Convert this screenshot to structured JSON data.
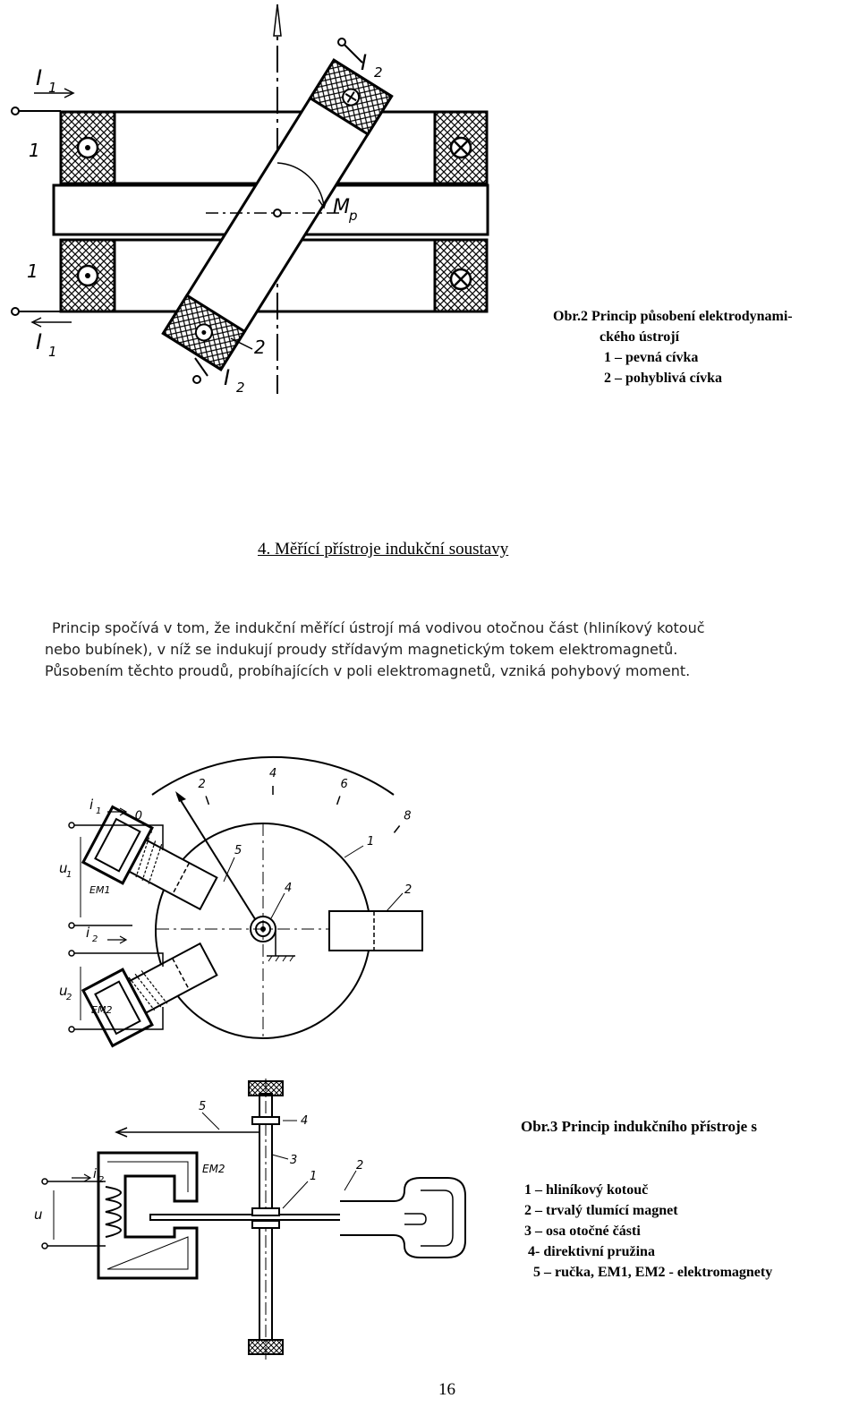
{
  "figure2": {
    "labels": {
      "i1_top": "I",
      "i1_top_sub": "1",
      "i1_bottom": "I",
      "i1_bottom_sub": "1",
      "i2_top": "I",
      "i2_top_sub": "2",
      "i2_bottom": "I",
      "i2_bottom_sub": "2",
      "coil_fixed_top": "1",
      "coil_fixed_bottom": "1",
      "coil_moving": "2",
      "moment": "M",
      "moment_sub": "p"
    },
    "caption": {
      "line1": "Obr.2 Princip působení elektrodynami-",
      "line2": "ckého ústrojí",
      "line3": "1 – pevná cívka",
      "line4": "2 – pohyblivá cívka"
    }
  },
  "section": {
    "title": "4. Měřící přístroje indukční soustavy",
    "paragraph": {
      "line1": "Princip spočívá v tom, že indukční měřící ústrojí má vodivou otočnou část (hliníkový kotouč",
      "line2": "nebo bubínek), v níž se indukují proudy střídavým magnetickým tokem elektromagnetů.",
      "line3": "Působením těchto proudů, probíhajících v poli elektromagnetů, vzniká pohybový moment."
    }
  },
  "figure3": {
    "scale_ticks": [
      "0",
      "2",
      "4",
      "6",
      "8"
    ],
    "labels": {
      "i1": "i",
      "i1_sub": "1",
      "i2": "i",
      "i2_sub": "2",
      "u1": "u",
      "u1_sub": "1",
      "u2": "u",
      "u2_sub": "2",
      "em1": "EM1",
      "em2": "EM2",
      "n1": "1",
      "n2": "2",
      "n4": "4",
      "n5": "5"
    },
    "side_labels": {
      "i2": "i",
      "i2_sub": "2",
      "u": "u",
      "em2": "EM2",
      "n1": "1",
      "n2": "2",
      "n3": "3",
      "n4": "4",
      "n5": "5"
    },
    "caption": {
      "title": "Obr.3 Princip indukčního přístroje s",
      "item1": "1 – hliníkový kotouč",
      "item2": "2 – trvalý tlumící magnet",
      "item3": "3 – osa otočné části",
      "item4": "4-  direktivní pružina",
      "item5": "5 – ručka, EM1, EM2 - elektromagnety"
    }
  },
  "page_number": "16"
}
